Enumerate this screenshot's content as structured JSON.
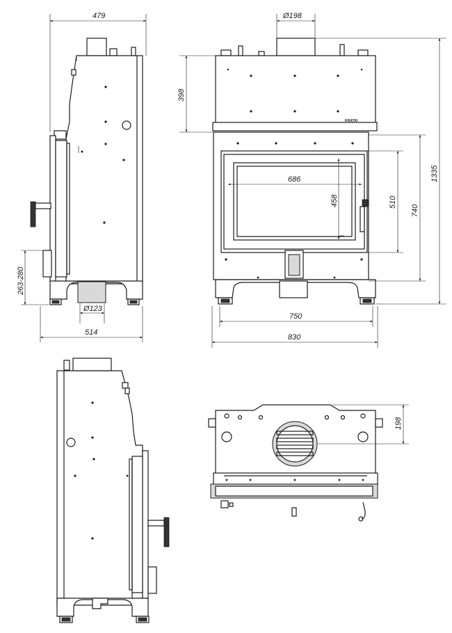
{
  "dimensions": {
    "side_top_width": "479",
    "top_outlet_diameter": "Ø198",
    "top_height": "398",
    "window_width": "686",
    "window_height": "458",
    "door_height": "510",
    "front_height": "740",
    "total_height": "1335",
    "air_inlet_height": "263-280",
    "air_inlet_diameter": "Ø123",
    "side_bottom_width": "514",
    "front_inner_width": "750",
    "front_total_width": "830",
    "top_view_outlet": "198"
  },
  "labels": {
    "brand_plate": "KRATKI"
  },
  "colors": {
    "line": "#1a1a1a",
    "background": "#ffffff",
    "part_fill": "#d9d9d9"
  }
}
